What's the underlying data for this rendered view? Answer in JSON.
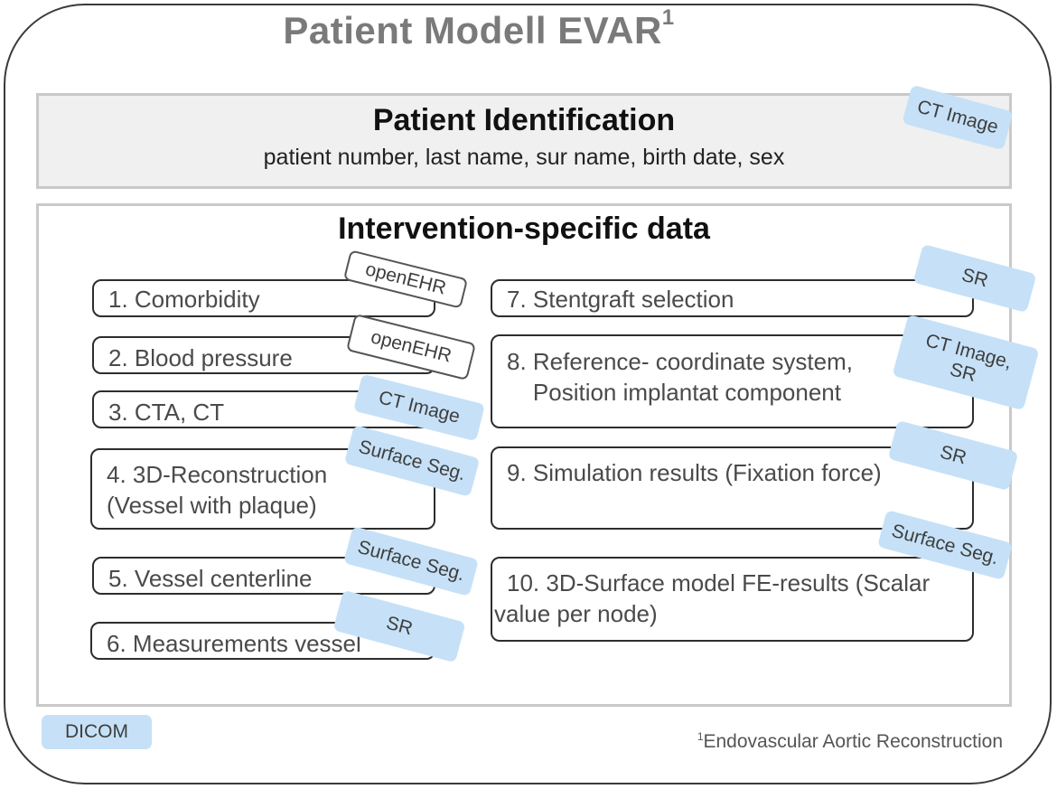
{
  "title": "Patient Modell EVAR",
  "title_sup": "1",
  "identification": {
    "title": "Patient Identification",
    "fields": "patient number, last name, sur name, birth date, sex",
    "tag": "CT Image"
  },
  "intervention": {
    "title": "Intervention-specific data",
    "items": [
      {
        "lines": [
          "1. Comorbidity"
        ],
        "tag": "openEHR"
      },
      {
        "lines": [
          "2. Blood pressure"
        ],
        "tag": "openEHR"
      },
      {
        "lines": [
          "3. CTA, CT"
        ],
        "tag": "CT Image"
      },
      {
        "lines": [
          "4. 3D-Reconstruction",
          "(Vessel with plaque)"
        ],
        "tag": "Surface Seg."
      },
      {
        "lines": [
          "5. Vessel centerline"
        ],
        "tag": "Surface Seg."
      },
      {
        "lines": [
          "6. Measurements vessel"
        ],
        "tag": "SR"
      },
      {
        "lines": [
          "7. Stentgraft selection"
        ],
        "tag": "SR"
      },
      {
        "lines": [
          "8. Reference- coordinate system,",
          "    Position implantat component"
        ],
        "tag": "CT Image,\nSR"
      },
      {
        "lines": [
          "9. Simulation results (Fixation force)"
        ],
        "tag": "SR"
      },
      {
        "lines": [
          "10. 3D-Surface model FE-results (Scalar",
          "value per node)"
        ],
        "tag": "Surface Seg."
      }
    ]
  },
  "legend": {
    "label": "DICOM"
  },
  "footnote": {
    "marker": "1",
    "text": "Endovascular Aortic Reconstruction"
  },
  "colors": {
    "dicom_tag": "#c6e1f7",
    "openehr_tag": "#ffffff",
    "title": "#7a7a7a"
  }
}
